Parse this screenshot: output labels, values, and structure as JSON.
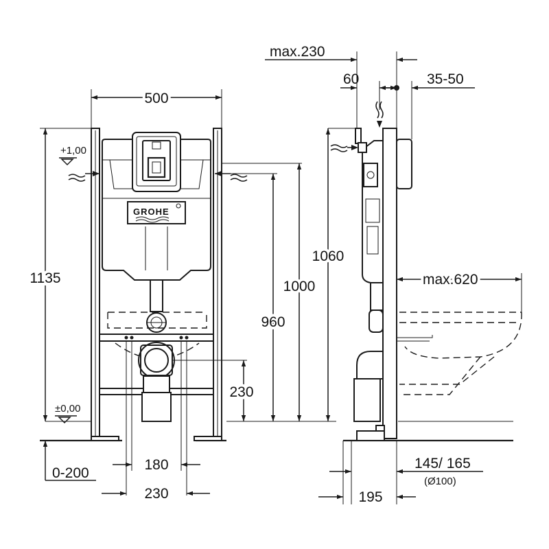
{
  "front_view": {
    "width_label": "500",
    "height_total_label": "1135",
    "level_top_label": "+1,00",
    "level_bottom_label": "±0,00",
    "flush_height_label": "1000",
    "inlet_height_label": "960",
    "drain_height_label": "230",
    "foot_adjust_label": "0-200",
    "fixing_inner_label": "180",
    "fixing_outer_label": "230",
    "brand_logo_text": "GROHE"
  },
  "side_view": {
    "max_depth_label": "max.230",
    "inlet_offset_label": "60",
    "wall_depth_label": "35-50",
    "frame_height_label": "1060",
    "bowl_max_label": "max.620",
    "outlet_label": "145/ 165",
    "outlet_diameter_label": "(Ø100)",
    "depth_label": "195"
  }
}
